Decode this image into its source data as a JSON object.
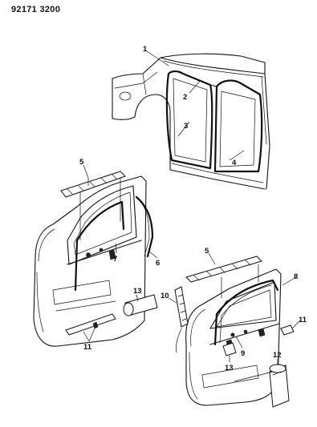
{
  "header": {
    "doc_id": "92171 3200"
  },
  "callouts": [
    {
      "id": "c1",
      "text": "1"
    },
    {
      "id": "c2",
      "text": "2"
    },
    {
      "id": "c3",
      "text": "3"
    },
    {
      "id": "c4",
      "text": "4"
    },
    {
      "id": "c5a",
      "text": "5"
    },
    {
      "id": "c5b",
      "text": "5"
    },
    {
      "id": "c6",
      "text": "6"
    },
    {
      "id": "c7",
      "text": "7"
    },
    {
      "id": "c8",
      "text": "8"
    },
    {
      "id": "c9",
      "text": "9"
    },
    {
      "id": "c10",
      "text": "10"
    },
    {
      "id": "c11a",
      "text": "11"
    },
    {
      "id": "c11b",
      "text": "11"
    },
    {
      "id": "c12",
      "text": "12"
    },
    {
      "id": "c13a",
      "text": "13"
    },
    {
      "id": "c13b",
      "text": "13"
    }
  ]
}
